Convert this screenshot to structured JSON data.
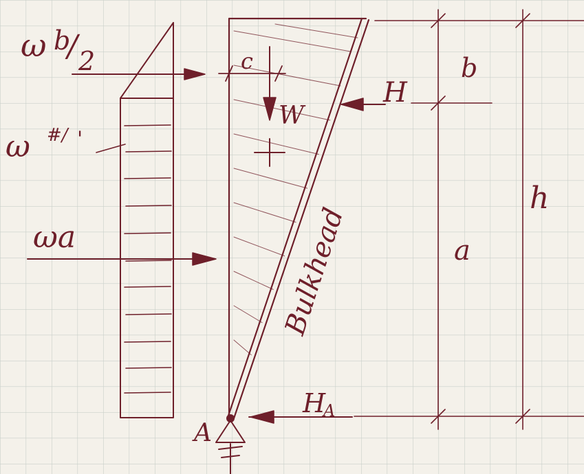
{
  "labels": {
    "wb2_w": "ω",
    "wb2_b": "b",
    "wb2_slash": "/",
    "wb2_2": "2",
    "c": "c",
    "W": "W",
    "H": "H",
    "b_dim": "b",
    "w_per_ft_w": "ω",
    "w_per_ft_sup": "#/",
    "w_per_ft_ft": "'",
    "wa": "ωa",
    "bulkhead": "Bulkhead",
    "a_dim": "a",
    "h_dim": "h",
    "A": "A",
    "HA_H": "H",
    "HA_sub": "A"
  },
  "colors": {
    "ink": "#6e1f2a",
    "paper": "#f4f1ea",
    "grid": "#c9cfc9"
  }
}
